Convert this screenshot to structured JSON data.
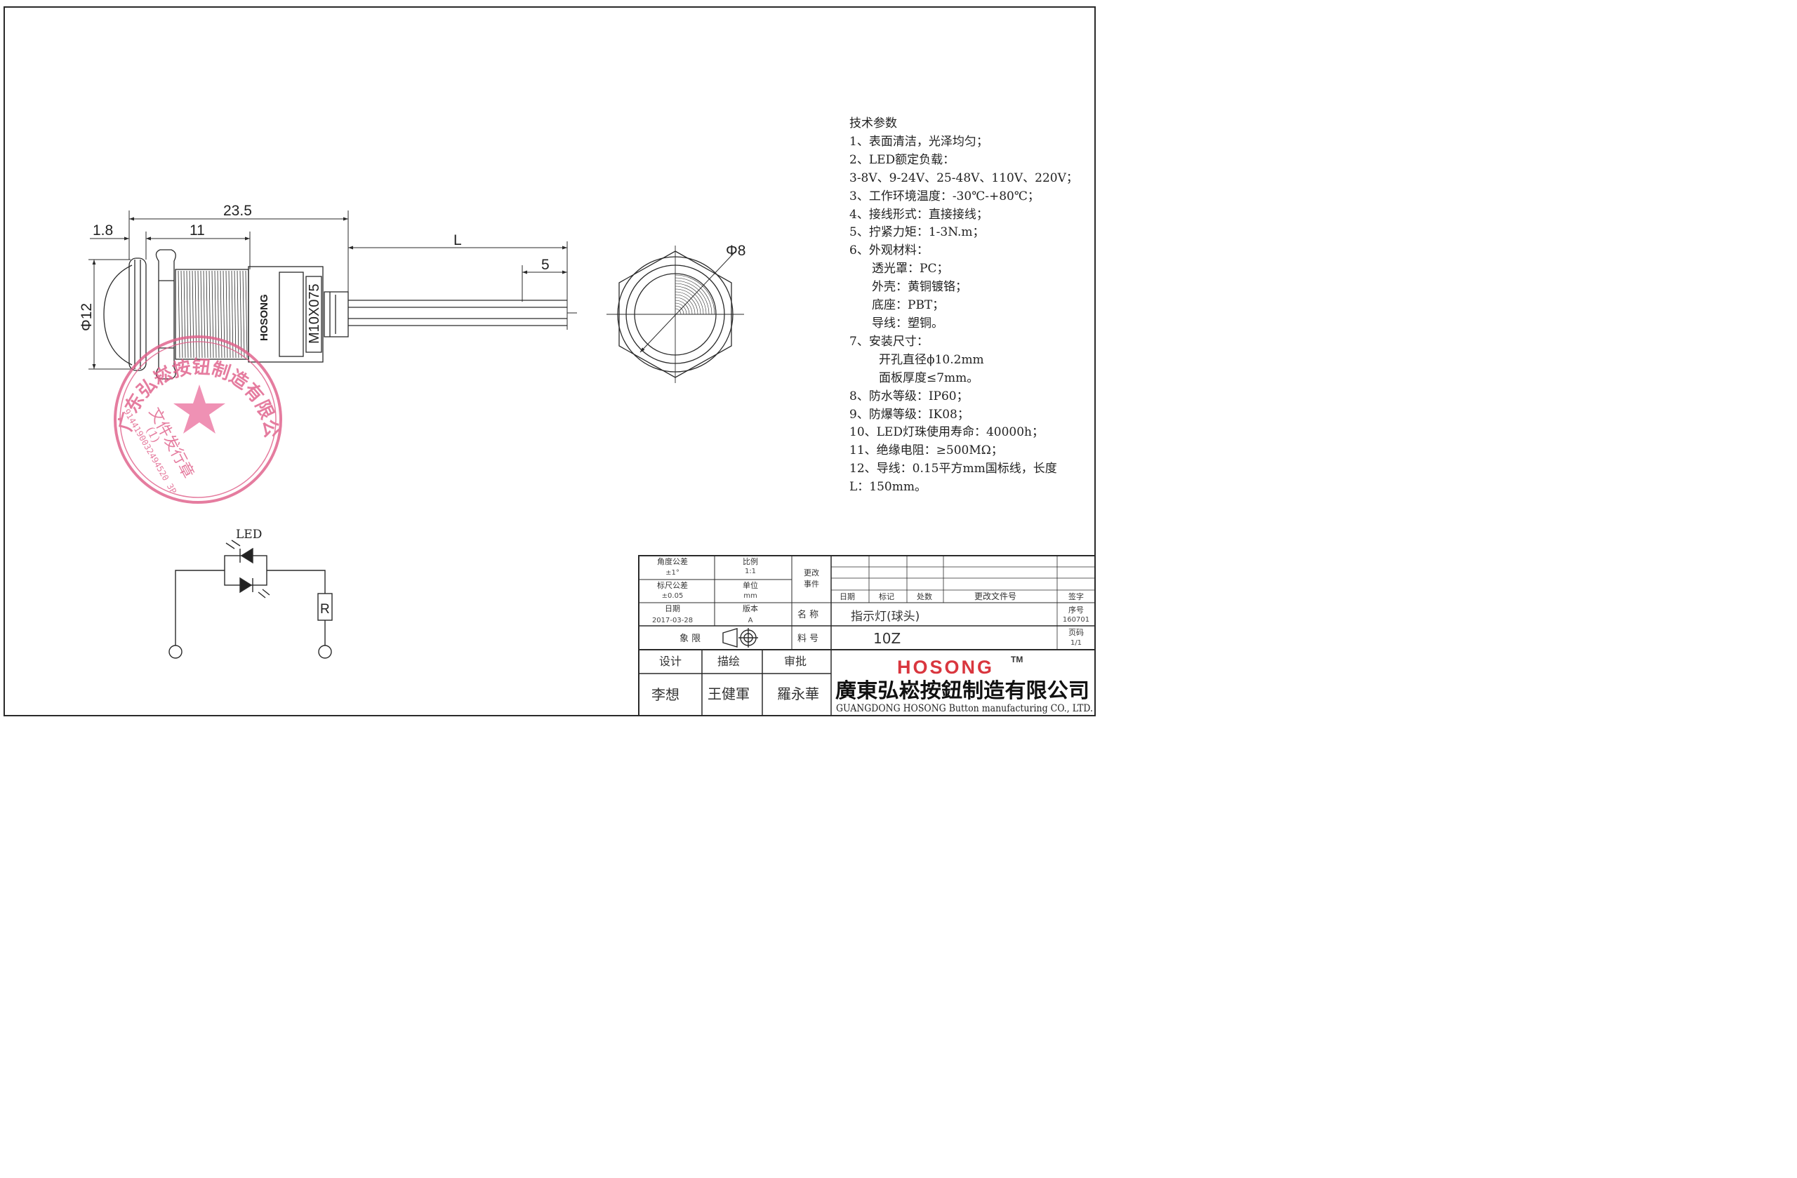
{
  "drawing": {
    "dimensions": {
      "d_23_5": "23.5",
      "d_1_8": "1.8",
      "d_11": "11",
      "d_L": "L",
      "d_5": "5",
      "d_phi12": "Φ12",
      "d_phi8": "Φ8",
      "thread": "M10X075",
      "brand_on_body": "HOSONG"
    },
    "schematic": {
      "led_label": "LED",
      "resistor_label": "R"
    },
    "stamp": {
      "outer_text": "广东弘崧按钮制造有限公司",
      "inner_text": "文件发行章",
      "number": "9144190032494520 3P",
      "mark": "(1)"
    },
    "colors": {
      "line": "#2a2a2a",
      "stamp": "#e0608a",
      "brand_red": "#d9363e"
    }
  },
  "spec": {
    "title": "技术参数",
    "lines": [
      "1、表面清洁，光泽均匀；",
      "2、LED额定负载：",
      "3-8V、9-24V、25-48V、110V、220V；",
      "3、工作环境温度：-30℃-+80℃；",
      "4、接线形式：直接接线；",
      "5、拧紧力矩：1-3N.m；",
      "6、外观材料：",
      "透光罩：PC；",
      "外壳：黄铜镀铬；",
      "底座：PBT；",
      "导线：塑铜。",
      "7、安装尺寸：",
      "开孔直径ϕ10.2mm",
      "面板厚度≤7mm。",
      "8、防水等级：IP60；",
      "9、防爆等级：IK08；",
      "10、LED灯珠使用寿命：40000h；",
      "11、绝缘电阻：≥500MΩ；",
      "12、导线：0.15平方mm国标线，长度",
      "L：150mm。"
    ]
  },
  "title_block": {
    "angle_tol_label": "角度公差",
    "angle_tol_value": "±1°",
    "scale_label": "比例",
    "scale_value": "1:1",
    "change_label": "更改",
    "event_label": "事件",
    "dim_tol_label": "标尺公差",
    "dim_tol_value": "±0.05",
    "unit_label": "单位",
    "unit_value": "mm",
    "date_label": "日期",
    "date_value": "2017-03-28",
    "version_label": "版本",
    "version_value": "A",
    "quadrant_label": "象   限",
    "name_label": "名  称",
    "name_value": "指示灯(球头)",
    "part_label": "料  号",
    "part_value": "10Z",
    "rev_date_label": "日期",
    "rev_mark_label": "标记",
    "rev_count_label": "处数",
    "rev_doc_label": "更改文件号",
    "sign_label": "签字",
    "serial_label": "序号",
    "serial_value": "160701",
    "page_label": "页码",
    "page_value": "1/1",
    "design_label": "设计",
    "draw_label": "描绘",
    "approve_label": "审批",
    "designer": "李想",
    "drafter": "王健軍",
    "approver": "羅永華",
    "logo": "HOSONG",
    "trademark": "TM",
    "company_cn": "廣東弘崧按鈕制造有限公司",
    "company_en": "GUANGDONG HOSONG Button manufacturing CO., LTD."
  }
}
